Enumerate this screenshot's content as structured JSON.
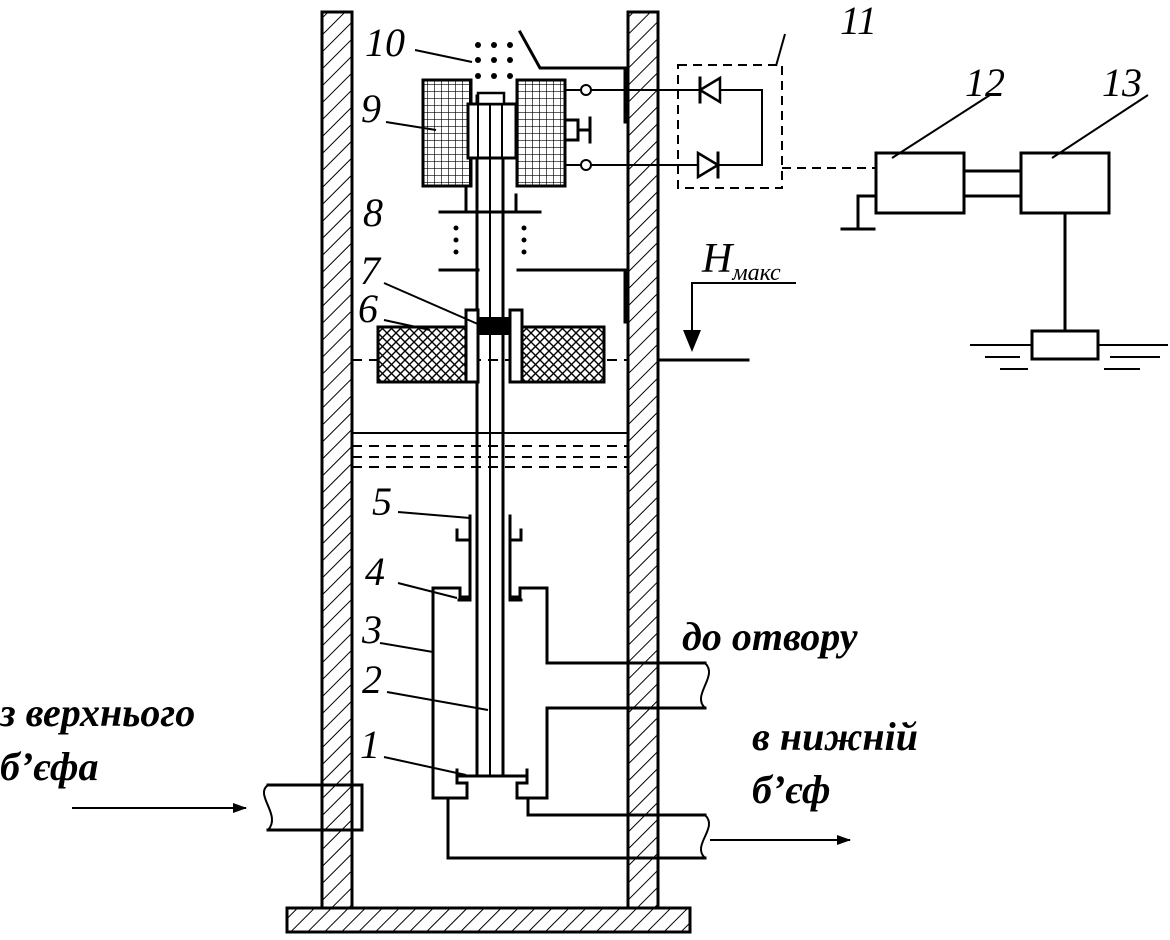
{
  "labels": {
    "n1": "1",
    "n2": "2",
    "n3": "3",
    "n4": "4",
    "n5": "5",
    "n6": "6",
    "n7": "7",
    "n8": "8",
    "n9": "9",
    "n10": "10",
    "n11": "11",
    "n12": "12",
    "n13": "13"
  },
  "level": {
    "symbol": "H",
    "subscript": "макс"
  },
  "captions": {
    "inlet_line1": "з верхнього",
    "inlet_line2": "б’єфа",
    "outlet_top": "до отвору",
    "outlet_line1": "в нижній",
    "outlet_line2": "б’єф"
  }
}
